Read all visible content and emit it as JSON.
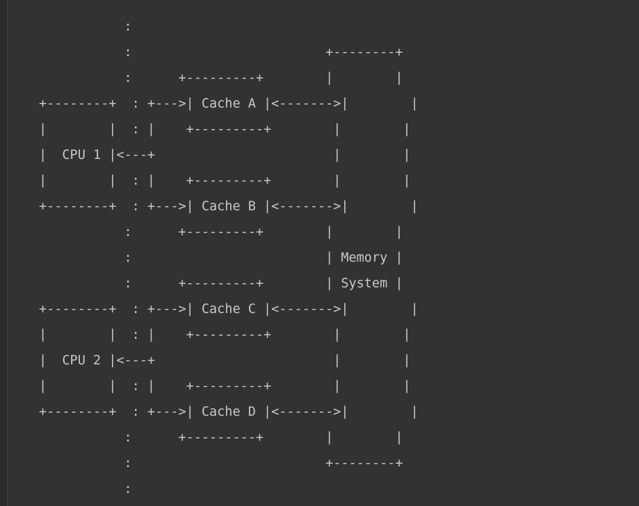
{
  "diagram": {
    "lines": [
      "           :",
      "           :                         +--------+",
      "           :      +---------+        |        |",
      "+--------+  : +--->| Cache A |<------->|        |",
      "|        |  : |    +---------+        |        |",
      "|  CPU 1 |<---+                       |        |",
      "|        |  : |    +---------+        |        |",
      "+--------+  : +--->| Cache B |<------->|        |",
      "           :      +---------+        |        |",
      "           :                         | Memory |",
      "           :      +---------+        | System |",
      "+--------+  : +--->| Cache C |<------->|        |",
      "|        |  : |    +---------+        |        |",
      "|  CPU 2 |<---+                       |        |",
      "|        |  : |    +---------+        |        |",
      "+--------+  : +--->| Cache D |<------->|        |",
      "           :      +---------+        |        |",
      "           :                         +--------+",
      "           :"
    ]
  }
}
